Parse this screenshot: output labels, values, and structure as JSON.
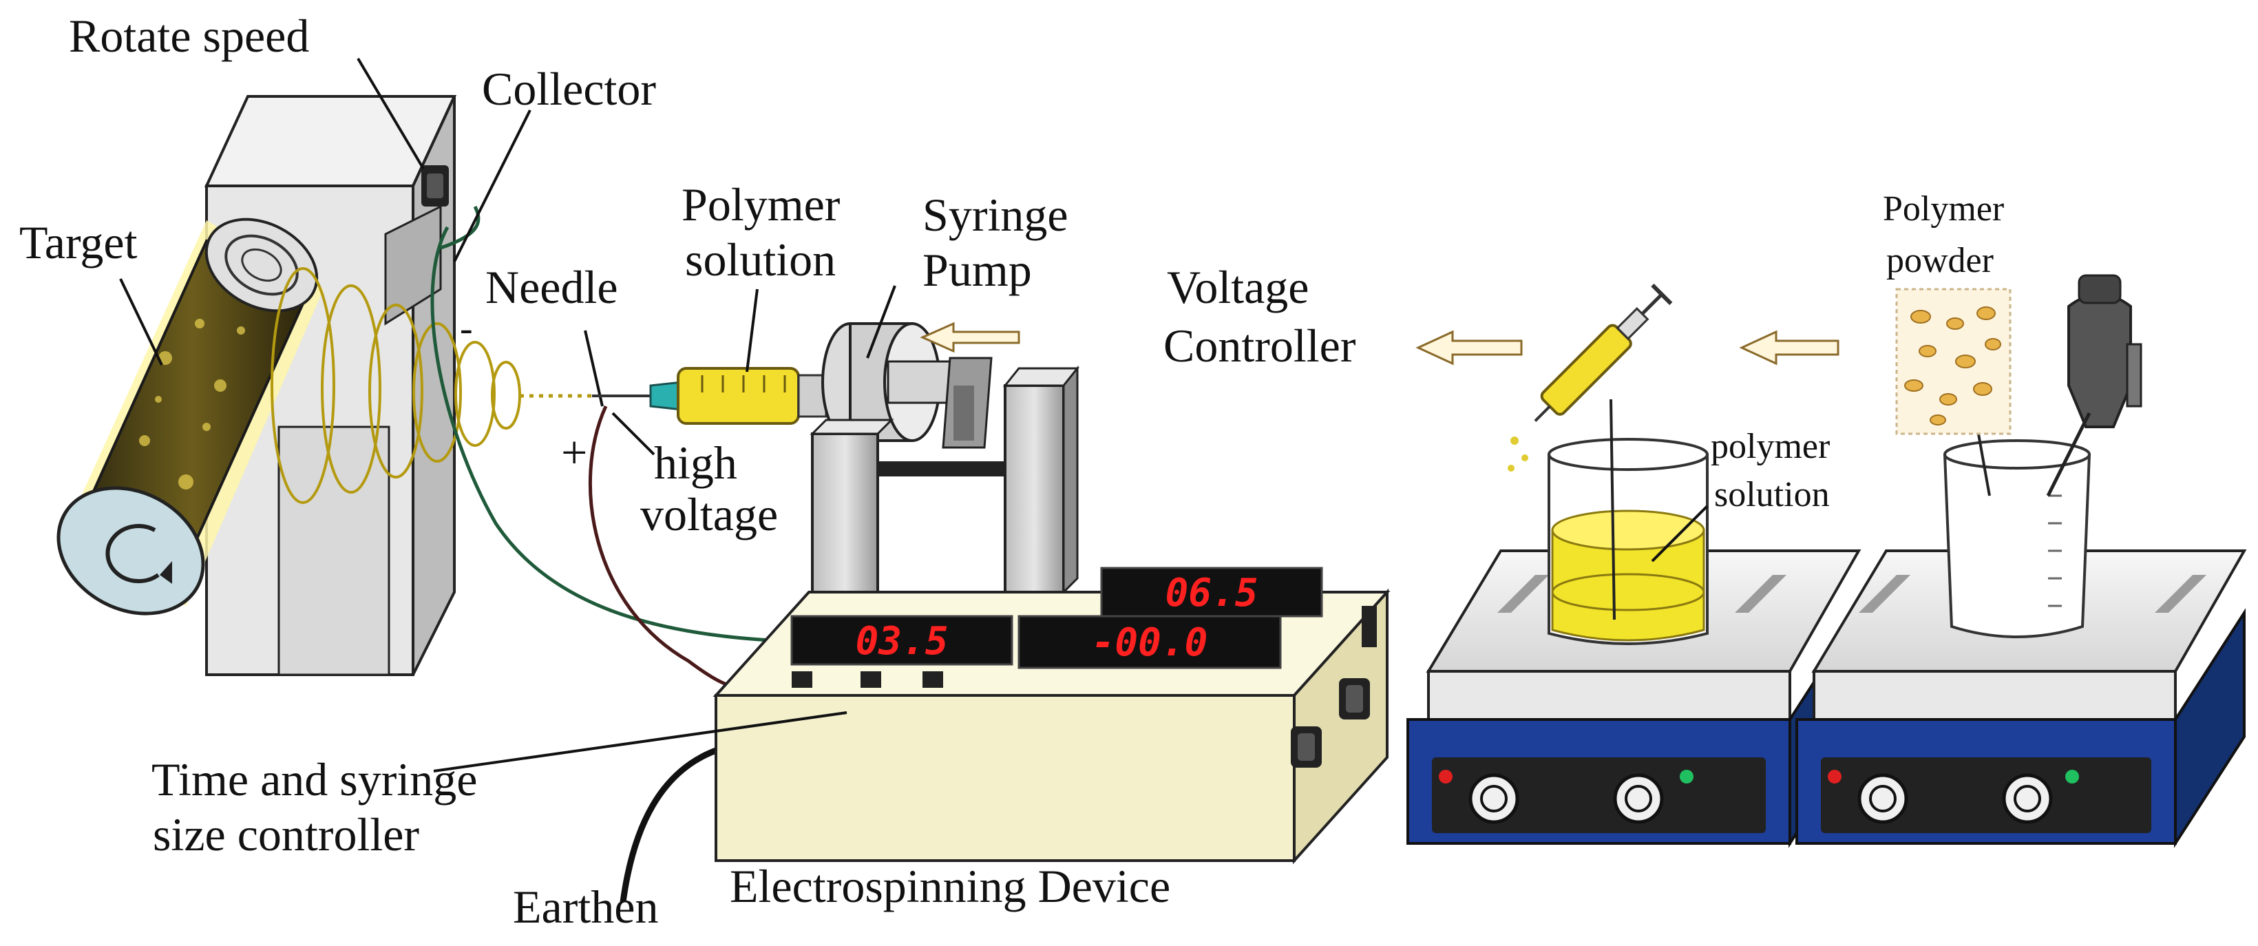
{
  "labels": {
    "rotate_speed": "Rotate speed",
    "collector": "Collector",
    "target": "Target",
    "needle": "Needle",
    "polymer_solution_line1": "Polymer",
    "polymer_solution_line2": "solution",
    "syringe_pump_line1": "Syringe",
    "syringe_pump_line2": "Pump",
    "voltage_controller_line1": "Voltage",
    "voltage_controller_line2": "Controller",
    "polymer_powder_line1": "Polymer",
    "polymer_powder_line2": "powder",
    "beaker_solution_line1": "polymer",
    "beaker_solution_line2": "solution",
    "high_voltage_line1": "high",
    "high_voltage_line2": "voltage",
    "plus_sign": "+",
    "minus_sign": "-",
    "time_controller_line1": "Time and syringe",
    "time_controller_line2": "size controller",
    "earthen": "Earthen",
    "device": "Electrospinning Device"
  },
  "displays": {
    "time": "03.5",
    "flow": "06.5",
    "voltage": "-00.0"
  },
  "colors": {
    "lcd_text": "#ff2020",
    "lcd_bg": "#111111",
    "device_body": "#f4f0cc",
    "hotplate_base": "#1d3f9a",
    "solution_yellow": "#f2e42a",
    "arrow_fill": "#fff6dc",
    "arrow_stroke": "#8a6a2a"
  }
}
